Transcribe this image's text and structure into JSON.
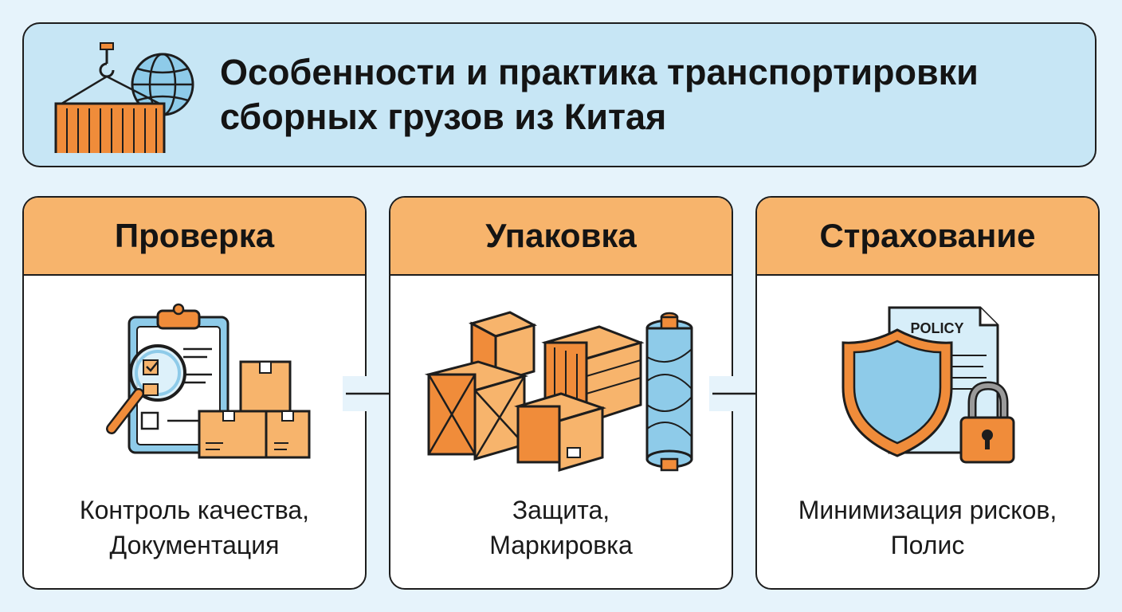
{
  "header": {
    "title_line1": "Особенности и практика транспортировки",
    "title_line2": "сборных грузов из Китая"
  },
  "steps": [
    {
      "title": "Проверка",
      "desc_line1": "Контроль качества,",
      "desc_line2": "Документация",
      "icon": "clipboard-magnifier-boxes-icon"
    },
    {
      "title": "Упаковка",
      "desc_line1": "Защита,",
      "desc_line2": "Маркировка",
      "icon": "crates-boxes-film-roll-icon"
    },
    {
      "title": "Страхование",
      "desc_line1": "Минимизация рисков,",
      "desc_line2": "Полис",
      "icon": "shield-policy-padlock-icon"
    }
  ],
  "policy_label": "POLICY",
  "colors": {
    "background": "#e6f3fb",
    "header_fill": "#c7e6f5",
    "card_header": "#f7b46c",
    "accent_orange": "#f08c3a",
    "accent_blue": "#8ecbe9",
    "outline": "#1d1d1d"
  }
}
